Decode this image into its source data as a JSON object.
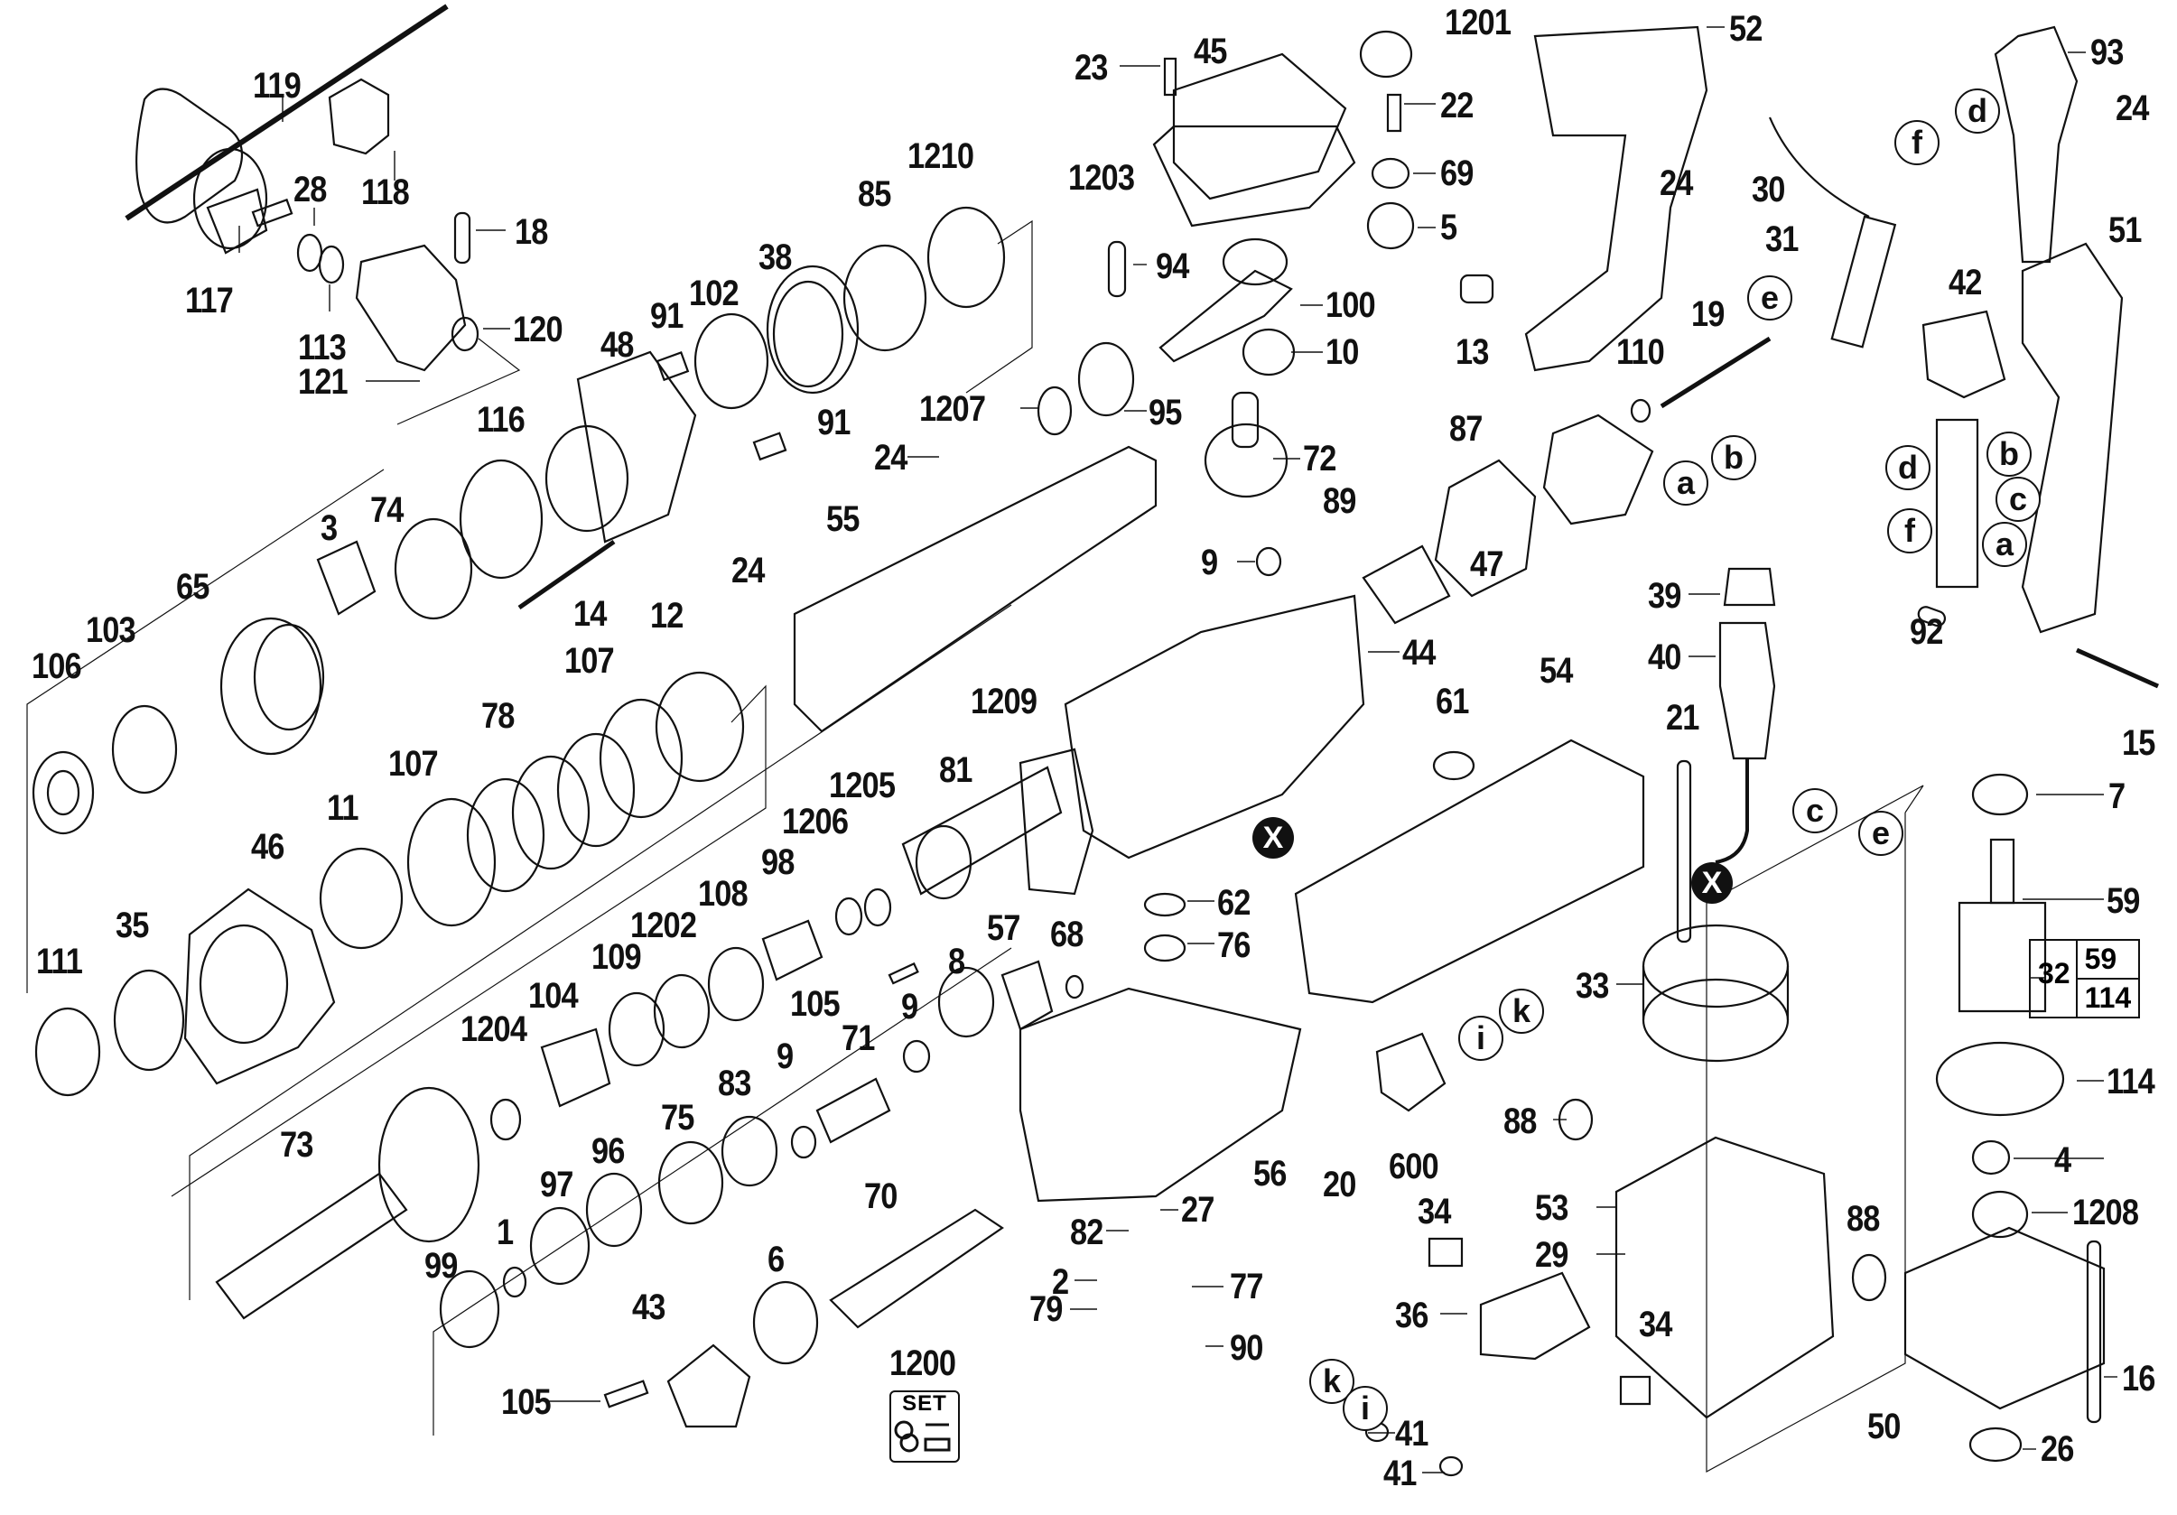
{
  "title": "Rotary hammer exploded parts diagram",
  "part_callouts": [
    {
      "id": "119"
    },
    {
      "id": "118"
    },
    {
      "id": "28"
    },
    {
      "id": "18"
    },
    {
      "id": "117"
    },
    {
      "id": "113"
    },
    {
      "id": "120"
    },
    {
      "id": "121"
    },
    {
      "id": "116"
    },
    {
      "id": "48"
    },
    {
      "id": "91"
    },
    {
      "id": "102"
    },
    {
      "id": "38"
    },
    {
      "id": "85"
    },
    {
      "id": "1210"
    },
    {
      "id": "23"
    },
    {
      "id": "45"
    },
    {
      "id": "1203"
    },
    {
      "id": "1201"
    },
    {
      "id": "22"
    },
    {
      "id": "69"
    },
    {
      "id": "5"
    },
    {
      "id": "52"
    },
    {
      "id": "93"
    },
    {
      "id": "24"
    },
    {
      "id": "30"
    },
    {
      "id": "31"
    },
    {
      "id": "51"
    },
    {
      "id": "42"
    },
    {
      "id": "94"
    },
    {
      "id": "100"
    },
    {
      "id": "10"
    },
    {
      "id": "13"
    },
    {
      "id": "110"
    },
    {
      "id": "19"
    },
    {
      "id": "95"
    },
    {
      "id": "1207"
    },
    {
      "id": "72"
    },
    {
      "id": "87"
    },
    {
      "id": "47"
    },
    {
      "id": "89"
    },
    {
      "id": "9"
    },
    {
      "id": "55"
    },
    {
      "id": "3"
    },
    {
      "id": "74"
    },
    {
      "id": "14"
    },
    {
      "id": "65"
    },
    {
      "id": "12"
    },
    {
      "id": "106"
    },
    {
      "id": "103"
    },
    {
      "id": "107"
    },
    {
      "id": "78"
    },
    {
      "id": "39"
    },
    {
      "id": "92"
    },
    {
      "id": "40"
    },
    {
      "id": "15"
    },
    {
      "id": "44"
    },
    {
      "id": "54"
    },
    {
      "id": "61"
    },
    {
      "id": "1209"
    },
    {
      "id": "81"
    },
    {
      "id": "21"
    },
    {
      "id": "7"
    },
    {
      "id": "1205"
    },
    {
      "id": "1206"
    },
    {
      "id": "46"
    },
    {
      "id": "11"
    },
    {
      "id": "98"
    },
    {
      "id": "108"
    },
    {
      "id": "1202"
    },
    {
      "id": "62"
    },
    {
      "id": "76"
    },
    {
      "id": "59"
    },
    {
      "id": "32"
    },
    {
      "id": "114"
    },
    {
      "id": "111"
    },
    {
      "id": "35"
    },
    {
      "id": "109"
    },
    {
      "id": "104"
    },
    {
      "id": "105"
    },
    {
      "id": "57"
    },
    {
      "id": "68"
    },
    {
      "id": "8"
    },
    {
      "id": "33"
    },
    {
      "id": "1204"
    },
    {
      "id": "71"
    },
    {
      "id": "83"
    },
    {
      "id": "75"
    },
    {
      "id": "96"
    },
    {
      "id": "97"
    },
    {
      "id": "73"
    },
    {
      "id": "56"
    },
    {
      "id": "20"
    },
    {
      "id": "600"
    },
    {
      "id": "88"
    },
    {
      "id": "4"
    },
    {
      "id": "53"
    },
    {
      "id": "1208"
    },
    {
      "id": "82"
    },
    {
      "id": "27"
    },
    {
      "id": "1"
    },
    {
      "id": "70"
    },
    {
      "id": "99"
    },
    {
      "id": "6"
    },
    {
      "id": "29"
    },
    {
      "id": "2"
    },
    {
      "id": "77"
    },
    {
      "id": "79"
    },
    {
      "id": "36"
    },
    {
      "id": "34"
    },
    {
      "id": "43"
    },
    {
      "id": "90"
    },
    {
      "id": "16"
    },
    {
      "id": "41"
    },
    {
      "id": "50"
    },
    {
      "id": "26"
    },
    {
      "id": "1200"
    }
  ],
  "labels": {
    "l119": "119",
    "l118": "118",
    "l28": "28",
    "l18": "18",
    "l117": "117",
    "l113": "113",
    "l120": "120",
    "l121": "121",
    "l116": "116",
    "l48": "48",
    "l91a": "91",
    "l91b": "91",
    "l102": "102",
    "l38": "38",
    "l85": "85",
    "l1210": "1210",
    "l23": "23",
    "l45": "45",
    "l1203": "1203",
    "l1201": "1201",
    "l22": "22",
    "l69": "69",
    "l5": "5",
    "l52": "52",
    "l93": "93",
    "l24a": "24",
    "l24b": "24",
    "l24c": "24",
    "l24d": "24",
    "l30": "30",
    "l31": "31",
    "l51": "51",
    "l42": "42",
    "l94": "94",
    "l100": "100",
    "l10": "10",
    "l13": "13",
    "l110": "110",
    "l19": "19",
    "l95": "95",
    "l1207": "1207",
    "l72": "72",
    "l87": "87",
    "l47": "47",
    "l89": "89",
    "l9a": "9",
    "l9b": "9",
    "l9c": "9",
    "l55": "55",
    "l3": "3",
    "l74": "74",
    "l14": "14",
    "l65": "65",
    "l12": "12",
    "l106": "106",
    "l103": "103",
    "l107a": "107",
    "l107b": "107",
    "l78": "78",
    "l39": "39",
    "l92": "92",
    "l40": "40",
    "l15": "15",
    "l44": "44",
    "l54": "54",
    "l61": "61",
    "l1209": "1209",
    "l81": "81",
    "l21": "21",
    "l7": "7",
    "l1205": "1205",
    "l1206": "1206",
    "l46": "46",
    "l11": "11",
    "l98": "98",
    "l108": "108",
    "l1202": "1202",
    "l62": "62",
    "l76": "76",
    "l59": "59",
    "l114": "114",
    "l111": "111",
    "l35": "35",
    "l109": "109",
    "l104": "104",
    "l105a": "105",
    "l105b": "105",
    "l57": "57",
    "l68": "68",
    "l8": "8",
    "l33": "33",
    "l1204": "1204",
    "l71": "71",
    "l83": "83",
    "l75": "75",
    "l96": "96",
    "l97": "97",
    "l73": "73",
    "l56": "56",
    "l20": "20",
    "l600": "600",
    "l88a": "88",
    "l88b": "88",
    "l4": "4",
    "l53": "53",
    "l1208": "1208",
    "l82": "82",
    "l27": "27",
    "l1": "1",
    "l70": "70",
    "l99": "99",
    "l6": "6",
    "l29": "29",
    "l2": "2",
    "l77": "77",
    "l79": "79",
    "l36": "36",
    "l34a": "34",
    "l34b": "34",
    "l43": "43",
    "l90": "90",
    "l16": "16",
    "l41a": "41",
    "l41b": "41",
    "l50": "50",
    "l26": "26",
    "l1200": "1200"
  },
  "armature_set": {
    "main": "32",
    "contains": [
      "59",
      "114"
    ]
  },
  "set_kit": {
    "label": "1200",
    "badge_text": "SET"
  },
  "wire_connectors": {
    "f_top": "f",
    "d_top": "d",
    "e_top": "e",
    "a_plug": "a",
    "b_plug": "b",
    "d_switch": "d",
    "b_switch": "b",
    "c_switch": "c",
    "f_switch": "f",
    "a_switch": "a",
    "c_field": "c",
    "e_field": "e",
    "k_field": "k",
    "i_field": "i",
    "k_brush": "k",
    "i_brush": "i"
  },
  "assembly_markers": {
    "x1": "X",
    "x2": "X"
  }
}
